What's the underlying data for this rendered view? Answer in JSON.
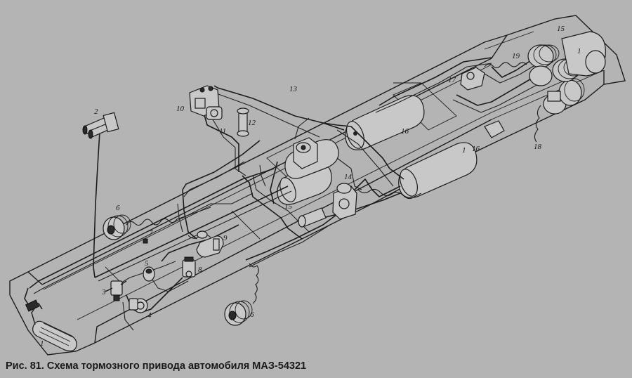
{
  "caption": "Рис. 81. Схема тормозного привода автомобиля МАЗ-54321",
  "labels": {
    "l1a": "1",
    "l1b": "1",
    "l1c": "1",
    "l2": "2",
    "l3": "3",
    "l4": "4",
    "l5": "5",
    "l6a": "6",
    "l6b": "6",
    "l7": "7",
    "l8": "8",
    "l9": "9",
    "l10": "10",
    "l11": "11",
    "l12": "12",
    "l13": "13",
    "l14": "14",
    "l15a": "15",
    "l15b": "15",
    "l16a": "16",
    "l16b": "16",
    "l17": "17",
    "l18": "18",
    "l19": "19"
  }
}
